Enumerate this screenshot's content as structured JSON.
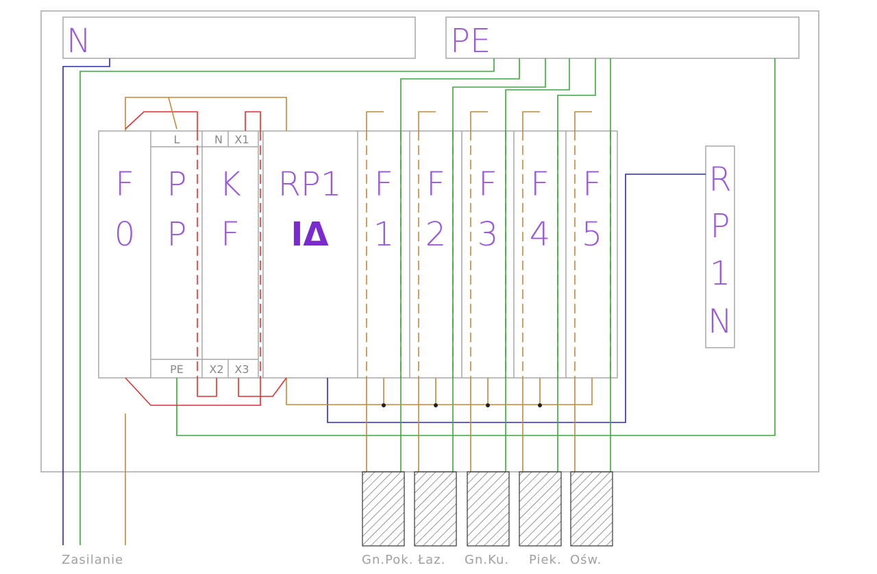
{
  "bars": {
    "n": "N",
    "pe": "PE"
  },
  "modules": {
    "f0": {
      "line1": "F",
      "line2": "0"
    },
    "pp": {
      "line1": "P",
      "line2": "P",
      "top_terminal": "L",
      "bottom_terminal": "PE"
    },
    "kf": {
      "line1": "K",
      "line2": "F",
      "top_terminal_1": "N",
      "top_terminal_2": "X1",
      "bottom_terminal_1": "X2",
      "bottom_terminal_2": "X3"
    },
    "rp1": {
      "line1": "RP1",
      "line2": "IΔ"
    },
    "f1": {
      "line1": "F",
      "line2": "1"
    },
    "f2": {
      "line1": "F",
      "line2": "2"
    },
    "f3": {
      "line1": "F",
      "line2": "3"
    },
    "f4": {
      "line1": "F",
      "line2": "4"
    },
    "f5": {
      "line1": "F",
      "line2": "5"
    }
  },
  "rp1n": {
    "chars": [
      "R",
      "P",
      "1",
      "N"
    ]
  },
  "labels": {
    "supply": "Zasilanie",
    "circuits": [
      "Gn.Pok.",
      "Łaz.",
      "Gn.Ku.",
      "Piek.",
      "Ośw."
    ]
  },
  "colors": {
    "neutral": "#2b2bb0",
    "protective_earth": "#3aa83a",
    "phase": "#c08a3a",
    "control": "#e03030",
    "frame": "#a7a7a7",
    "label": "#9a5ad6"
  }
}
